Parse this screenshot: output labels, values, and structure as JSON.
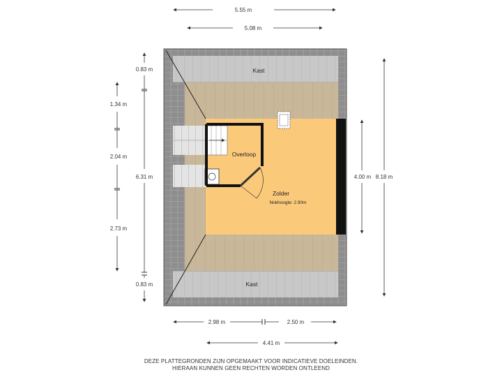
{
  "dimensions": {
    "top_outer": "5.55 m",
    "top_inner": "5.08 m",
    "left_h1": "0.83 m",
    "left_h2": "1.34 m",
    "left_h3": "2.04 m",
    "left_h4": "2.73 m",
    "left_h5": "0.83 m",
    "left_total": "6.31 m",
    "right_inner": "4.00 m",
    "right_outer": "8.18 m",
    "bottom_left": "2.98 m",
    "bottom_right": "2.50 m",
    "bottom_total": "4.41 m"
  },
  "rooms": {
    "kast_top": "Kast",
    "kast_bottom": "Kast",
    "overloop": "Overloop",
    "zolder": "Zolder",
    "zolder_note": "Nokhoogte: 2.90m"
  },
  "disclaimer": {
    "line1": "DEZE PLATTEGRONDEN ZIJN OPGEMAAKT VOOR INDICATIEVE DOELEINDEN.",
    "line2": "HIERAAN KUNNEN GEEN RECHTEN WORDEN ONTLEEND"
  },
  "colors": {
    "roof_grey": "#8e8e8e",
    "kast_grey": "#c8c8c8",
    "sloped_floor": "#c9b79a",
    "zolder_floor": "#fbc97a",
    "wall": "#111111"
  }
}
